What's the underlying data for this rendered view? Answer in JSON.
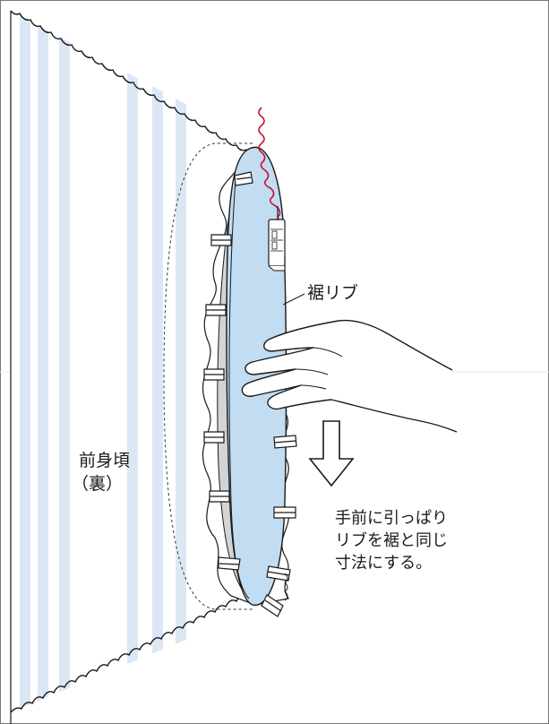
{
  "labels": {
    "rib": "裾リブ",
    "body_line1": "前身頃",
    "body_line2": "（裏）",
    "instr_line1": "手前に引っぱり",
    "instr_line2": "リブを裾と同じ",
    "instr_line3": "寸法にする。"
  },
  "colors": {
    "stripe": "#dce7f6",
    "rib_fill": "#c2dcf2",
    "rib_inner": "#d3d4d6",
    "stitch_red": "#c8102e",
    "outline": "#1a1a1a",
    "hand": "#ffffff"
  },
  "icons": [
    "clip-icon",
    "arrow-down-icon",
    "presser-foot-icon",
    "hand-icon"
  ]
}
